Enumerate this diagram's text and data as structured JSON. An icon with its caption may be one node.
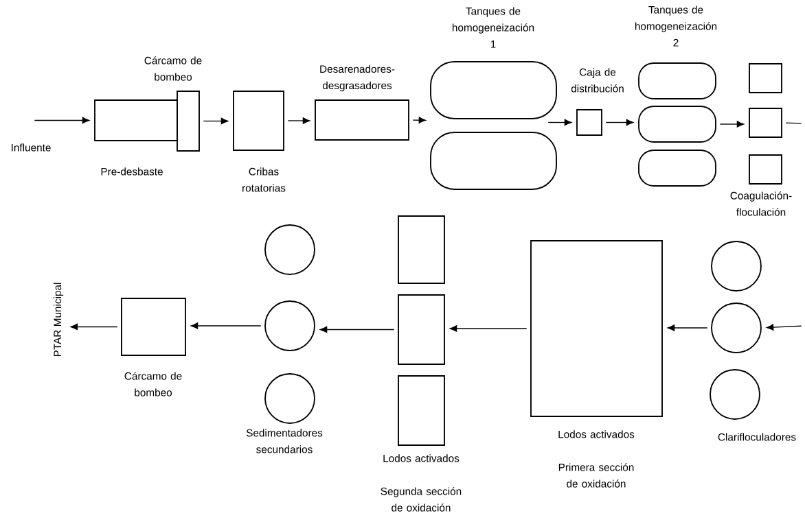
{
  "diagram": {
    "nodes": [
      {
        "text": [
          "Influente"
        ]
      },
      {
        "text": [],
        "shape": "box",
        "beside": [
          "Pre-desbaste"
        ]
      },
      {
        "text": [],
        "shape": "box",
        "beside": [
          "Cárcamo de bombeo"
        ]
      },
      {
        "text": [],
        "shape": "box",
        "beside": [
          "Cribas rotatorias"
        ]
      },
      {
        "text": [],
        "shape": "box",
        "beside": [
          "Desarenadores-desgrasadores"
        ]
      },
      {
        "text": [],
        "shape": "capsule",
        "beside": [
          "Tanques de homogeneización 1"
        ]
      },
      {
        "text": [],
        "shape": "capsule"
      },
      {
        "text": [],
        "shape": "box",
        "beside": [
          "Caja de distribución"
        ]
      },
      {
        "text": [],
        "shape": "capsule",
        "beside": [
          "Tanques de homogeneización 2"
        ]
      },
      {
        "text": [],
        "shape": "capsule"
      },
      {
        "text": [],
        "shape": "capsule"
      },
      {
        "text": [],
        "shape": "box"
      },
      {
        "text": [],
        "shape": "box"
      },
      {
        "text": [],
        "shape": "box",
        "beside": [
          "Coagulación-floculación"
        ]
      },
      {
        "text": [],
        "shape": "circle"
      },
      {
        "text": [],
        "shape": "circle"
      },
      {
        "text": [],
        "shape": "circle",
        "beside": [
          "Clarifloculadores"
        ]
      },
      {
        "text": [],
        "shape": "box",
        "beside": [
          "Lodos activados",
          "Primera sección de oxidación"
        ]
      },
      {
        "text": [],
        "shape": "box"
      },
      {
        "text": [],
        "shape": "box"
      },
      {
        "text": [],
        "shape": "box",
        "beside": [
          "Lodos activados",
          "Segunda sección de oxidación"
        ]
      },
      {
        "text": [],
        "shape": "circle"
      },
      {
        "text": [],
        "shape": "circle"
      },
      {
        "text": [],
        "shape": "circle",
        "beside": [
          "Sedimentadores secundarios"
        ]
      },
      {
        "text": [],
        "shape": "box",
        "beside": [
          "Cárcamo de bombeo"
        ]
      },
      {
        "text": [
          "PTAR Municipal"
        ]
      }
    ],
    "edges": [
      {
        "from": 0,
        "to": 1,
        "arrow": "to"
      },
      {
        "from": 2,
        "to": 3,
        "arrow": "to"
      },
      {
        "from": 3,
        "to": 4,
        "arrow": "to"
      },
      {
        "from": 4,
        "to": null,
        "arrow": "to"
      },
      {
        "from": 5,
        "to": 7,
        "arrow": "to"
      },
      {
        "from": 7,
        "to": 9,
        "arrow": "to"
      },
      {
        "from": 9,
        "to": 12,
        "arrow": "to"
      },
      {
        "from": 12,
        "to": null,
        "arrow": "none"
      },
      {
        "from": null,
        "to": 15,
        "arrow": "to"
      },
      {
        "from": 15,
        "to": 17,
        "arrow": "to"
      },
      {
        "from": 17,
        "to": 19,
        "arrow": "to"
      },
      {
        "from": 19,
        "to": 22,
        "arrow": "to"
      },
      {
        "from": 22,
        "to": 24,
        "arrow": "to"
      },
      {
        "from": 24,
        "to": 25,
        "arrow": "to"
      }
    ]
  }
}
